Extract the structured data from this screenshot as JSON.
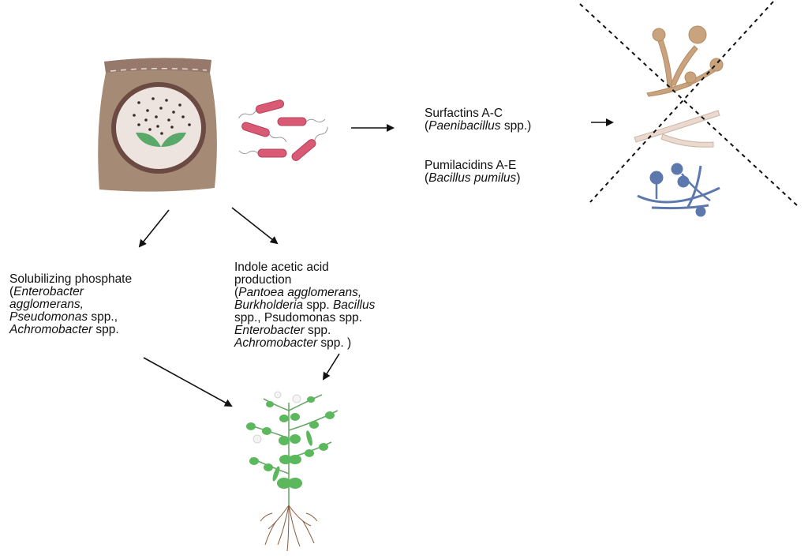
{
  "diagram": {
    "title": "Plant growth-promoting bacteria mechanisms",
    "nodes": {
      "biofertilizer": {
        "label": "Biofertilizer bag",
        "icon": "fertilizer-bag-icon"
      },
      "bacteria": {
        "label": "Bacteria",
        "icon": "bacteria-icon",
        "count": 5
      },
      "fungi": {
        "label": "Pathogenic fungi (crossed out)",
        "icon": "fungi-icon",
        "count": 3
      },
      "plant": {
        "label": "Plant",
        "icon": "plant-icon"
      }
    },
    "lipopeptides": [
      {
        "name": "Surfactins A-C",
        "source_open": "(",
        "source_italic": "Paenibacillus",
        "source_rest": " spp.)"
      },
      {
        "name": "Pumilacidins A-E",
        "source_open": "(",
        "source_italic": "Bacillus pumilus",
        "source_rest": ")"
      }
    ],
    "phosphate": {
      "title": "Solubilizing phosphate",
      "lines": [
        {
          "pre": "(",
          "it": "Enterobacter",
          "post": ""
        },
        {
          "pre": "",
          "it": "agglomerans,",
          "post": ""
        },
        {
          "pre": "",
          "it": "Pseudomonas",
          "post": " spp.,"
        },
        {
          "pre": "",
          "it": "Achromobacter",
          "post": " spp."
        }
      ]
    },
    "iaa": {
      "title_1": "Indole acetic acid",
      "title_2": "production",
      "lines": [
        {
          "pre": "(",
          "it": "Pantoea agglomerans,",
          "post": "",
          "it2": ""
        },
        {
          "pre": "",
          "it": "Burkholderia",
          "post": " spp. ",
          "it2": "Bacillus"
        },
        {
          "pre": "spp., Psudomonas spp.",
          "it": "",
          "post": "",
          "it2": ""
        },
        {
          "pre": "",
          "it": "Enterobacter",
          "post": " spp.",
          "it2": ""
        },
        {
          "pre": "",
          "it": "Achromobacter",
          "post": " spp. )",
          "it2": ""
        }
      ]
    },
    "colors": {
      "bag": "#a58a76",
      "bag_dark": "#6b4a42",
      "bag_label": "#ede4df",
      "leaf": "#5aa86a",
      "bacteria": "#d85a74",
      "fungus_tan": "#c9a37d",
      "fungus_pale": "#ead9cf",
      "fungus_blue": "#5d78ad",
      "plant_green": "#5cb85c",
      "root": "#8a5a3c",
      "arrow": "#111111"
    }
  }
}
